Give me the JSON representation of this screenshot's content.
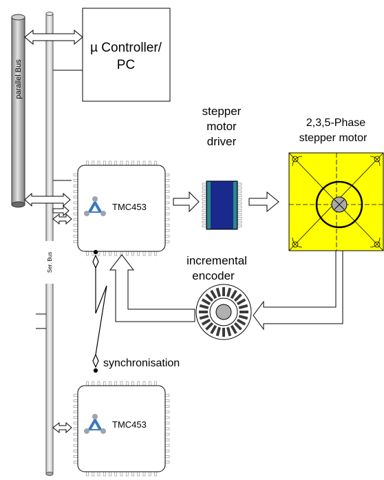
{
  "buses": {
    "parallel_bus": "parallel Bus",
    "serial_bus": "Ser. Bus"
  },
  "controller": {
    "line1": "µ Controller/",
    "line2": "PC"
  },
  "driver": {
    "line1": "stepper",
    "line2": "motor",
    "line3": "driver"
  },
  "motor": {
    "line1": "2,3,5-Phase",
    "line2": "stepper motor"
  },
  "encoder": {
    "line1": "incremental",
    "line2": "encoder"
  },
  "chips": {
    "top_label": "TMC453",
    "bottom_label": "TMC453"
  },
  "sync_label": "synchronisation",
  "colors": {
    "motor_fill": "#ffff00",
    "driver_fill": "#1a2a8c",
    "driver_stripe": "#2a8a8a",
    "logo_blue": "#3a78c0",
    "bus_gray": "#b8b8b8"
  }
}
